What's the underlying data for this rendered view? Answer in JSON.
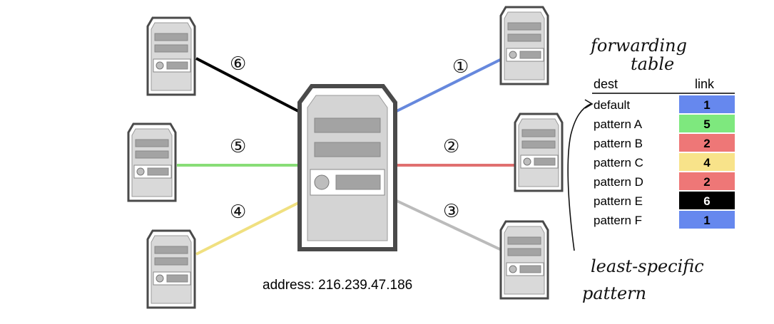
{
  "diagram": {
    "center_router": {
      "address_text": "address: 216.239.47.186"
    },
    "links": [
      {
        "label": "①",
        "color": "#6688dd"
      },
      {
        "label": "②",
        "color": "#e07070"
      },
      {
        "label": "③",
        "color": "#bbbbbb"
      },
      {
        "label": "④",
        "color": "#f0e080"
      },
      {
        "label": "⑤",
        "color": "#88dd77"
      },
      {
        "label": "⑥",
        "color": "#000000"
      }
    ],
    "forwarding_table": {
      "headers": {
        "dest": "dest",
        "link": "link"
      },
      "rows": [
        {
          "dest": "default",
          "link": "1",
          "bg": "#6688ee",
          "fg": "#000000"
        },
        {
          "dest": "pattern A",
          "link": "5",
          "bg": "#7ee87e",
          "fg": "#000000"
        },
        {
          "dest": "pattern B",
          "link": "2",
          "bg": "#ee7777",
          "fg": "#000000"
        },
        {
          "dest": "pattern C",
          "link": "4",
          "bg": "#f8e38a",
          "fg": "#000000"
        },
        {
          "dest": "pattern D",
          "link": "2",
          "bg": "#ee7777",
          "fg": "#000000"
        },
        {
          "dest": "pattern E",
          "link": "6",
          "bg": "#000000",
          "fg": "#ffffff"
        },
        {
          "dest": "pattern F",
          "link": "1",
          "bg": "#6688ee",
          "fg": "#000000"
        }
      ]
    },
    "annotations": {
      "handwritten_title_line1": "forwarding",
      "handwritten_title_line2": "table",
      "handwritten_note_line1": "least-specific",
      "handwritten_note_line2": "pattern"
    }
  }
}
